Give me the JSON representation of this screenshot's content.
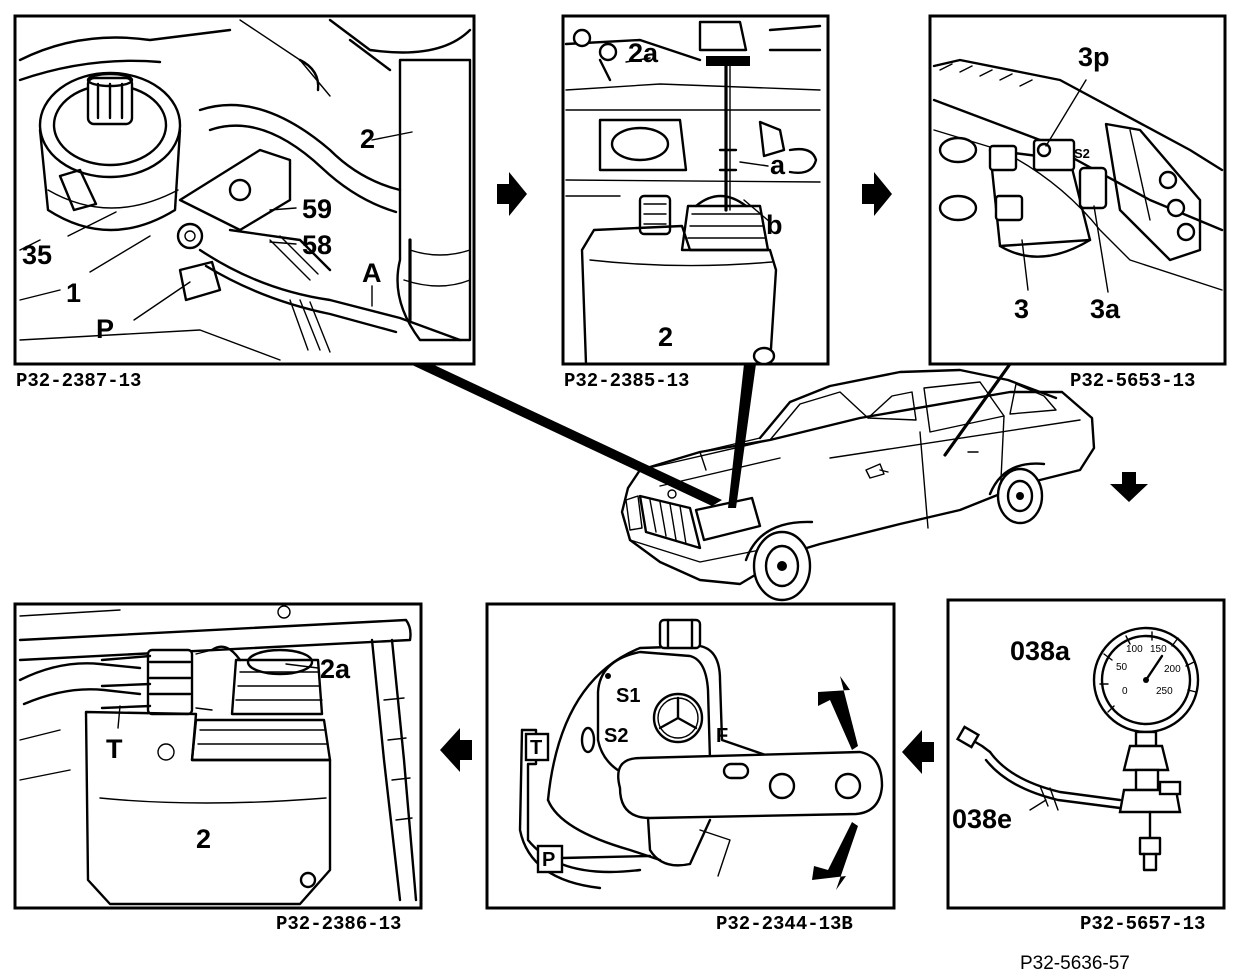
{
  "figure_ref": "P32-5636-57",
  "panels": {
    "top_left": {
      "ref": "P32-2387-13",
      "labels": {
        "l2": "2",
        "l59": "59",
        "l58": "58",
        "l35": "35",
        "l1": "1",
        "lA": "A",
        "lP": "P"
      }
    },
    "top_middle": {
      "ref": "P32-2385-13",
      "labels": {
        "l2a": "2a",
        "la": "a",
        "lb": "b",
        "l2": "2"
      }
    },
    "top_right": {
      "ref": "P32-5653-13",
      "labels": {
        "l3p": "3p",
        "lS2": "S2",
        "l3": "3",
        "l3a": "3a"
      }
    },
    "bottom_left": {
      "ref": "P32-2386-13",
      "labels": {
        "l2a": "2a",
        "lT": "T",
        "l2": "2"
      }
    },
    "bottom_middle": {
      "ref": "P32-2344-13B",
      "labels": {
        "lS1": "S1",
        "lS2": "S2",
        "lF": "F",
        "lT": "T",
        "lP": "P"
      }
    },
    "bottom_right": {
      "ref": "P32-5657-13",
      "labels": {
        "l038a": "038a",
        "l038e": "038e"
      },
      "gauge_scale": [
        "0",
        "50",
        "100",
        "150",
        "200",
        "250"
      ]
    }
  }
}
